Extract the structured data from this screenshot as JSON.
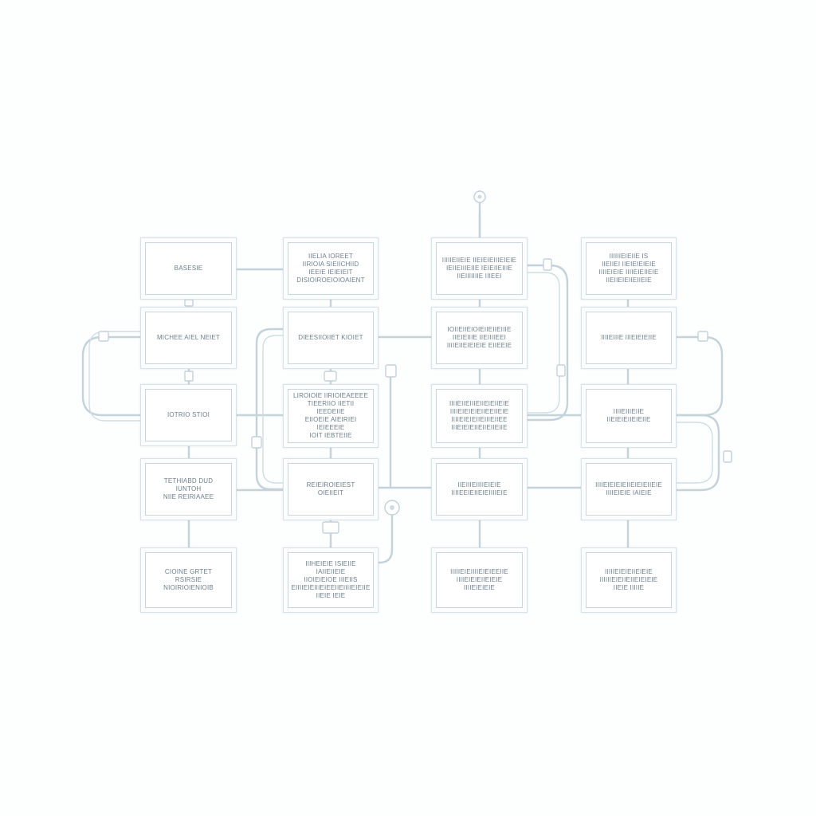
{
  "diagram": {
    "nodes": [
      {
        "id": "n1",
        "label": "BASESIE"
      },
      {
        "id": "n2",
        "label": "MICHEE AIEL NEIET"
      },
      {
        "id": "n3",
        "label": "IOTRIO STIOI"
      },
      {
        "id": "n4",
        "label": "TETHIABD DUD IUNTOH\nNIIE REIRIAAEE"
      },
      {
        "id": "n5",
        "label": "CIOINE GRTET\nRSIRSIE\nNIOIRIOIENIOIB"
      },
      {
        "id": "n6",
        "label": "IIELIA IOREET\nIIRIOIA SIEIICHIID\nIEEIE IEIEIEIT\nDISIOIROEIOIOAIENT"
      },
      {
        "id": "n7",
        "label": "DIEESIIOIIET KIOIET"
      },
      {
        "id": "n8",
        "label": "LIROIOIE IIRIOIEAEEEE\nTIEERIIO IIETII IEEDEIIE\nEIIOEIE AIEIRIEI IEIEEEIE\nIOIT IEBTEIIE"
      },
      {
        "id": "n9",
        "label": "REIEIROIEIEST OIEIIEIT"
      },
      {
        "id": "n10",
        "label": "IIIHEIEIE ISIEIIE IAIIEIIEIE\nIIOIEIEIOE IIIEIIS\nEIIIIEIEIIIEIEEIIEIIIIEIEIIE\nIIEIE IEIE"
      },
      {
        "id": "n11",
        "label": "IIIIIEIIEIE IIEIEIEIIIEIEIE\nIEIIEIIIEIIE IEIEIIEIIIE\nIIEIIIIIIIE IIIEEI"
      },
      {
        "id": "n12",
        "label": "IOIIEIIEIOIEIIEIIEIIIE\nIIEIEIIIE IIEIIIIEEI\nIIIIEIIEIEIEIE EIIEEIE"
      },
      {
        "id": "n13",
        "label": "IIIIEIIEIIIEIIEIEIIEIE\nIIIIEIEIEIEIIEEIIEIE\nIIIIEIEIEIIEIIIEIIEE\nIIIEIEIEIIEIIEIIEIIE"
      },
      {
        "id": "n14",
        "label": "IIEIIIEIIIIEIEIE\nIIIIEEIEIIEIEIIIIEIE"
      },
      {
        "id": "n15",
        "label": "IIIIIEIEIIIIEIEIEEIIE\nIIIIEIEIEIIEIEIE\nIIIIEIEIEIE"
      },
      {
        "id": "n16",
        "label": "IIIIIIEIEIIE IS\nIIEIIEI IIEIEIEIEIE\nIIIIEIEIE IIIIEIEIIEIE\nIIEIIEIEIIEIIEIE"
      },
      {
        "id": "n17",
        "label": "IIIIEIIIE IIIEIEIEIIE"
      },
      {
        "id": "n18",
        "label": "IIIIEIIIEIIE IIEIEIEIIEIEIIE"
      },
      {
        "id": "n19",
        "label": "IIIIEIEIEIEIIEIEIEIIEIE\nIIIIEIEIE IAIEIE"
      },
      {
        "id": "n20",
        "label": "IIIIIEIEIEIIEIEIE\nIIIIIIEIEIIEIIEIEIEIE\nIIEIE IIIIIE"
      }
    ]
  }
}
